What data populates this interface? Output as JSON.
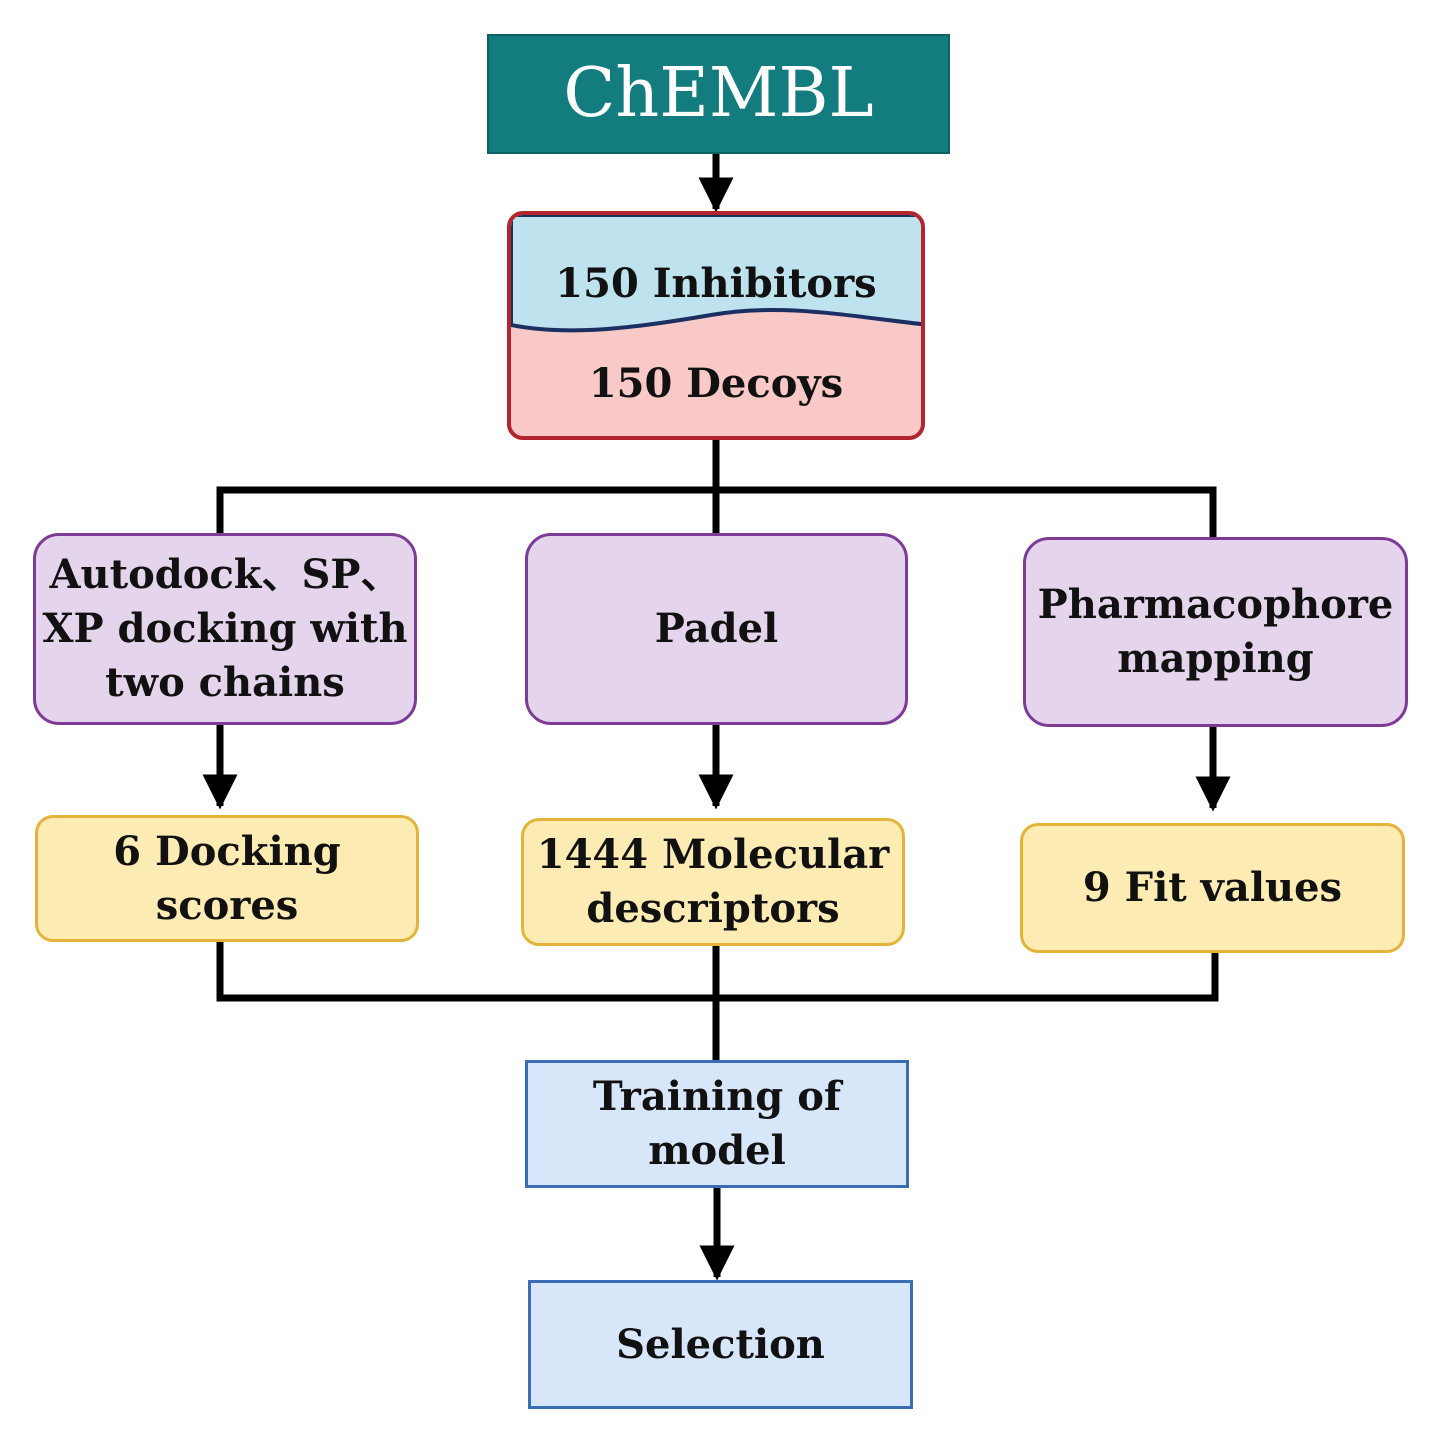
{
  "colors": {
    "source_fill": "#137c7e",
    "inhibitor_fill": "#bfe3ee",
    "decoy_fill": "#f8c9c6",
    "method_fill": "#e4d4ec",
    "method_border": "#7d3b96",
    "output_fill": "#fcecb4",
    "output_border": "#e4b43a",
    "step_fill": "#d7e6f9",
    "step_border": "#3a6eb4",
    "connector": "#000000"
  },
  "nodes": {
    "source": "ChEMBL",
    "dataset": {
      "inhibitors": "150 Inhibitors",
      "decoys": "150 Decoys"
    },
    "methods": [
      "Autodock、SP、\nXP docking with\ntwo chains",
      "Padel",
      "Pharmacophore\nmapping"
    ],
    "outputs": [
      "6 Docking scores",
      "1444 Molecular\ndescriptors",
      "9 Fit values"
    ],
    "training": "Training of model",
    "selection": "Selection"
  },
  "edges": [
    {
      "from": "source",
      "to": "dataset"
    },
    {
      "from": "dataset",
      "to": "methods.0"
    },
    {
      "from": "dataset",
      "to": "methods.1"
    },
    {
      "from": "dataset",
      "to": "methods.2"
    },
    {
      "from": "methods.0",
      "to": "outputs.0"
    },
    {
      "from": "methods.1",
      "to": "outputs.1"
    },
    {
      "from": "methods.2",
      "to": "outputs.2"
    },
    {
      "from": "outputs.0",
      "to": "training"
    },
    {
      "from": "outputs.1",
      "to": "training"
    },
    {
      "from": "outputs.2",
      "to": "training"
    },
    {
      "from": "training",
      "to": "selection"
    }
  ]
}
